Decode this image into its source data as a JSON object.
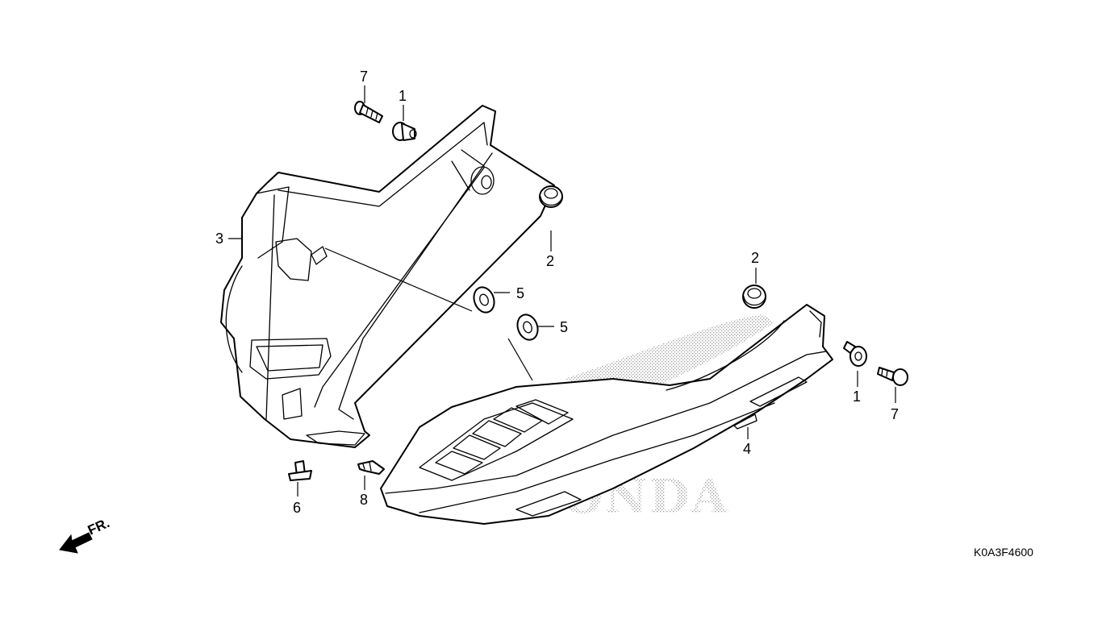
{
  "diagram": {
    "drawing_code": "K0A3F4600",
    "front_indicator": "FR.",
    "watermark": "HONDA",
    "callouts": [
      "7",
      "1",
      "3",
      "2",
      "5",
      "5",
      "2",
      "1",
      "7",
      "4",
      "6",
      "8"
    ]
  },
  "colors": {
    "line": "#000000",
    "background": "#ffffff",
    "screen": "#cfcfcf"
  }
}
